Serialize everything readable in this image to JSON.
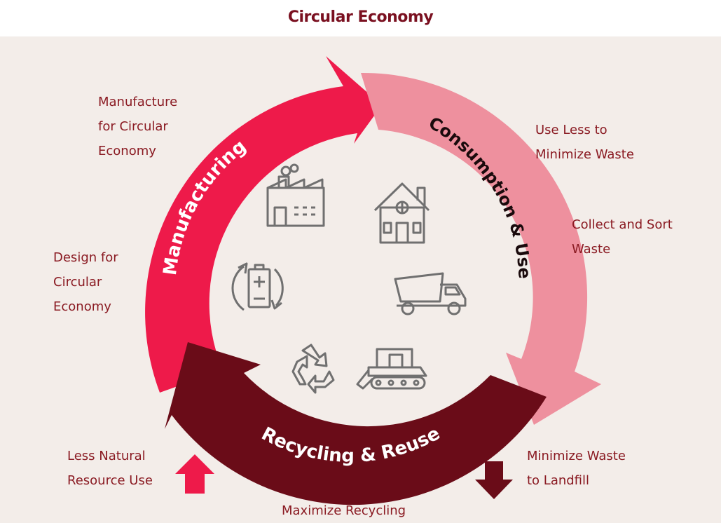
{
  "title": "Circular Economy",
  "stages": {
    "manufacturing": "Manufacturing",
    "consumption": "Consumption & Use",
    "recycling": "Recycling & Reuse"
  },
  "notes": {
    "manufacture": "Manufacture\nfor Circular\nEconomy",
    "design": "Design for\nCircular\nEconomy",
    "use_less": "Use Less to\nMinimize Waste",
    "collect": "Collect and Sort\nWaste",
    "less_resource": "Less Natural\nResource Use",
    "minimize_landfill": "Minimize Waste\nto Landfill",
    "maximize_recycling": "Maximize Recycling"
  },
  "icons": [
    "factory-icon",
    "house-icon",
    "dump-truck-icon",
    "bulldozer-icon",
    "recycle-icon",
    "battery-cycle-icon"
  ],
  "colors": {
    "manufacturing": "#ee1a4a",
    "consumption": "#ee909e",
    "recycling": "#6a0c18",
    "icon": "#707070",
    "text": "#8a1a22"
  }
}
